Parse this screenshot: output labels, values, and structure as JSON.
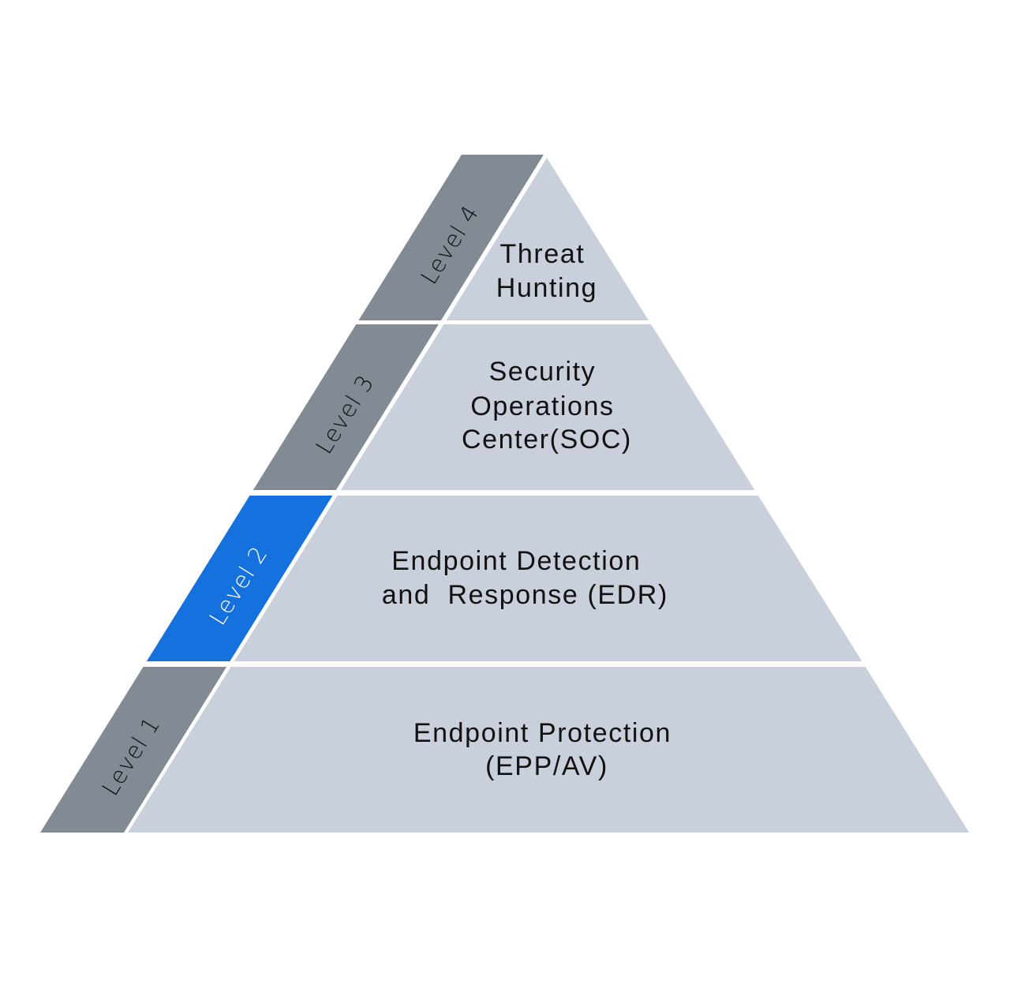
{
  "diagram": {
    "type": "pyramid",
    "colors": {
      "level_tab_default": "#828a93",
      "level_tab_highlight": "#1571dd",
      "tier_fill": "#c9cfdb",
      "text_dark": "#111111",
      "text_light": "#ffffff",
      "background": "#ffffff"
    },
    "highlighted_level": "Level 2",
    "tiers": [
      {
        "level": "Level 4",
        "highlighted": false,
        "lines": [
          "Threat",
          "Hunting"
        ]
      },
      {
        "level": "Level 3",
        "highlighted": false,
        "lines": [
          "Security",
          "Operations",
          "Center(SOC)"
        ]
      },
      {
        "level": "Level 2",
        "highlighted": true,
        "lines": [
          "Endpoint Detection",
          "and  Response (EDR)"
        ]
      },
      {
        "level": "Level 1",
        "highlighted": false,
        "lines": [
          "Endpoint Protection",
          "(EPP/AV)"
        ]
      }
    ]
  }
}
